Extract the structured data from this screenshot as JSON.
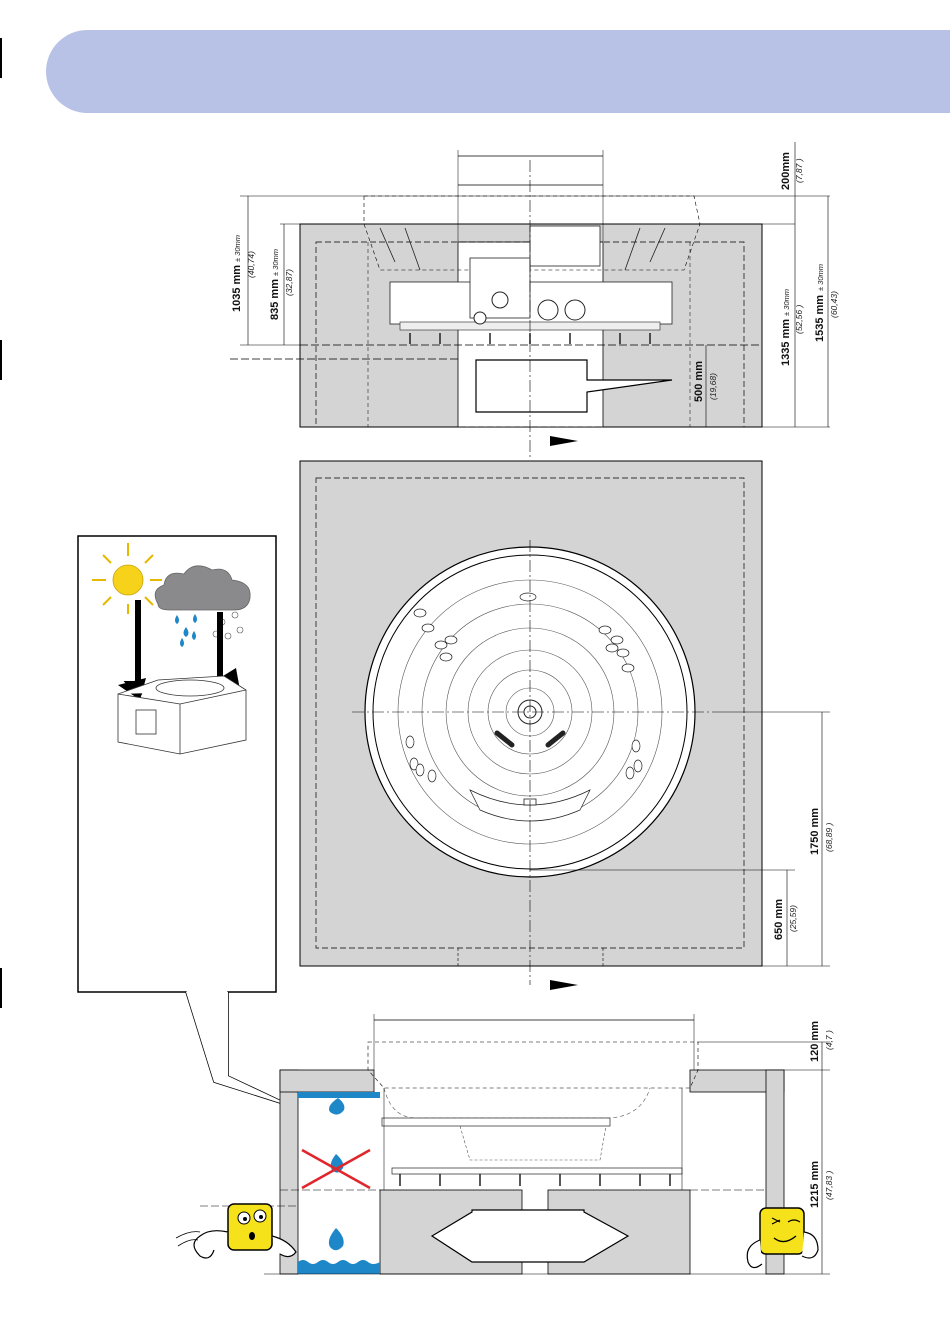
{
  "colors": {
    "header_band": "#b7c2e6",
    "pit_fill": "#d4d4d4",
    "water_blue": "#1e87c8",
    "sun_yellow": "#f7d21a",
    "cloud_gray": "#8a8a8c",
    "warning_red": "#e0262b",
    "face_yellow": "#f5e21a"
  },
  "icons": [
    "sun-icon",
    "rain-cloud-icon",
    "water-drop-icon",
    "crossed-drop-icon",
    "surprised-face-icon",
    "winking-face-icon",
    "section-arrow-icon"
  ],
  "section_view": {
    "dims": [
      {
        "value": "1035 mm",
        "tol": "± 30mm",
        "inch": "(40,74)"
      },
      {
        "value": "835 mm",
        "tol": "± 30mm",
        "inch": "(32,87)"
      },
      {
        "value": "200mm",
        "inch": "(7,87 )"
      },
      {
        "value": "1335 mm",
        "tol": "± 30mm",
        "inch": "(52,56 )"
      },
      {
        "value": "1535 mm",
        "tol": "± 30mm",
        "inch": "(60,43)"
      },
      {
        "value": "500 mm",
        "inch": "(19,68)"
      }
    ]
  },
  "plan_view": {
    "dims": [
      {
        "value": "1750 mm",
        "inch": "(68,89 )"
      },
      {
        "value": "650 mm",
        "inch": "(25,59)"
      }
    ]
  },
  "elevation_view": {
    "dims": [
      {
        "value": "120 mm",
        "inch": "(4,7 )"
      },
      {
        "value": "1215 mm",
        "inch": "(47,83 )"
      }
    ]
  }
}
